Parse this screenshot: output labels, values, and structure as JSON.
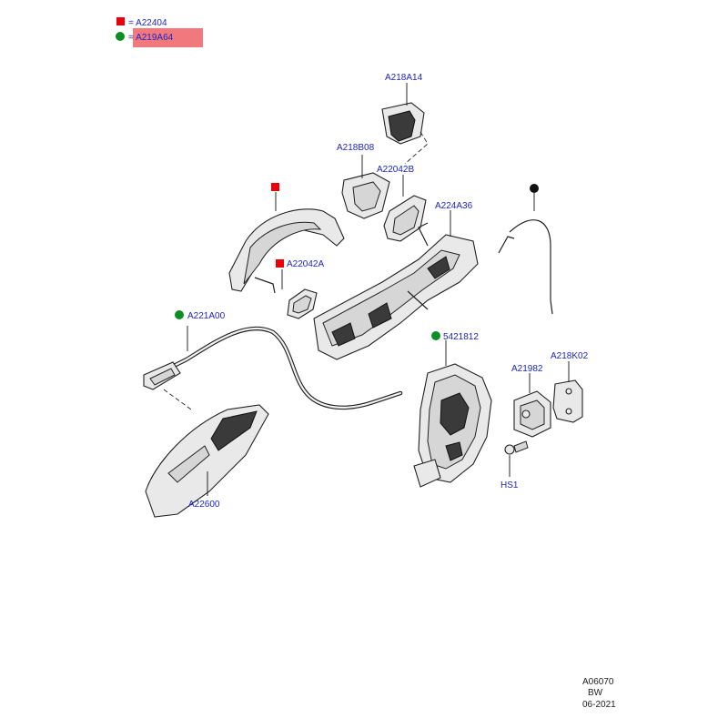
{
  "legend": {
    "items": [
      {
        "symbol": "square",
        "color": "#e8000b",
        "prefix": "= ",
        "code": "A22404"
      },
      {
        "symbol": "circle",
        "color": "#0a8f24",
        "prefix": "= ",
        "code": "A219A64",
        "highlight": "#ef6a6f"
      }
    ]
  },
  "parts": {
    "a218a14": "A218A14",
    "a218b08": "A218B08",
    "a22042b": "A22042B",
    "a224a36": "A224A36",
    "a22042a": "A22042A",
    "a221a00": "A221A00",
    "p5421812": "5421812",
    "a218k02": "A218K02",
    "a21982": "A21982",
    "hs1": "HS1",
    "a22600": "A22600"
  },
  "markers": {
    "square_color": "#e8000b",
    "circle_color": "#0a8f24",
    "black_color": "#111111"
  },
  "footer": {
    "line1": "A06070",
    "line2": "BW",
    "line3": "06-2021"
  }
}
